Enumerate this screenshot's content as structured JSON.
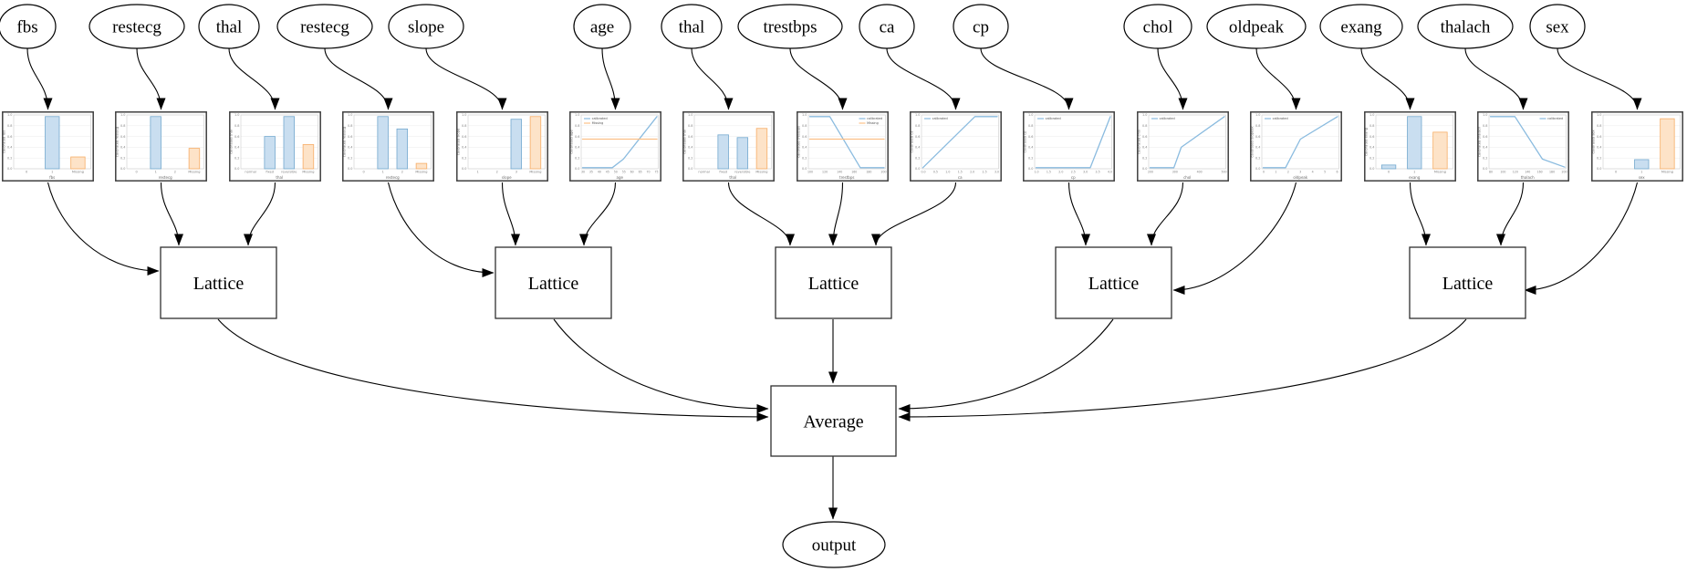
{
  "diagram": {
    "features": [
      "fbs",
      "restecg",
      "thal",
      "restecg",
      "slope",
      "age",
      "thal",
      "trestbps",
      "ca",
      "cp",
      "chol",
      "oldpeak",
      "exang",
      "thalach",
      "sex"
    ],
    "lattice_label": "Lattice",
    "lattice_count": 5,
    "average_label": "Average",
    "output_label": "output",
    "groups": [
      [
        0,
        1,
        2
      ],
      [
        3,
        4,
        5
      ],
      [
        6,
        7,
        8
      ],
      [
        9,
        10,
        11
      ],
      [
        12,
        13,
        14
      ]
    ]
  },
  "colors": {
    "blue": "#1f77b4",
    "orange": "#ff7f0e",
    "blue_fill": "#c9def0",
    "blue_edge": "#74a9cf",
    "orange_fill": "#fde3c8",
    "orange_edge": "#f7ad66",
    "line_blue": "#8abbdf",
    "line_orange": "#fcc088",
    "frame": "#3f3f3f",
    "spine": "#cccccc",
    "grid": "#ebebeb",
    "axis_text": "#808080",
    "edge_color": "#000000",
    "node_stroke": "#000000"
  },
  "chart_data": [
    {
      "feature": "fbs",
      "type": "bar",
      "xlabel": "fbs",
      "ylabel": "calibrated fbs",
      "ylim": [
        0,
        1
      ],
      "y_ticks": [
        "0.0",
        "0.2",
        "0.4",
        "0.6",
        "0.8",
        "1.0"
      ],
      "categories": [
        "0",
        "1",
        "Missing"
      ],
      "values": [
        0,
        0.97,
        0.22
      ],
      "bar_colors": [
        "blue",
        "blue",
        "orange"
      ]
    },
    {
      "feature": "restecg",
      "type": "bar",
      "xlabel": "restecg",
      "ylabel": "calibrated restecg",
      "ylim": [
        0,
        1
      ],
      "y_ticks": [
        "0.0",
        "0.2",
        "0.4",
        "0.6",
        "0.8",
        "1.0"
      ],
      "categories": [
        "0",
        "1",
        "2",
        "Missing"
      ],
      "values": [
        0,
        0.97,
        0,
        0.38
      ],
      "bar_colors": [
        "blue",
        "blue",
        "blue",
        "orange"
      ]
    },
    {
      "feature": "thal",
      "type": "bar",
      "xlabel": "thal",
      "ylabel": "calibrated thal",
      "ylim": [
        0,
        1
      ],
      "y_ticks": [
        "0.0",
        "0.2",
        "0.4",
        "0.6",
        "0.8",
        "1.0"
      ],
      "categories": [
        "normal",
        "fixed",
        "reversible",
        "Missing"
      ],
      "values": [
        0,
        0.6,
        0.97,
        0.45
      ],
      "bar_colors": [
        "blue",
        "blue",
        "blue",
        "orange"
      ]
    },
    {
      "feature": "restecg",
      "type": "bar",
      "xlabel": "restecg",
      "ylabel": "calibrated restecg",
      "ylim": [
        0,
        1
      ],
      "y_ticks": [
        "0.0",
        "0.2",
        "0.4",
        "0.6",
        "0.8",
        "1.0"
      ],
      "categories": [
        "0",
        "1",
        "2",
        "Missing"
      ],
      "values": [
        0,
        0.97,
        0.74,
        0.1
      ],
      "bar_colors": [
        "blue",
        "blue",
        "blue",
        "orange"
      ]
    },
    {
      "feature": "slope",
      "type": "bar",
      "xlabel": "slope",
      "ylabel": "calibrated slope",
      "ylim": [
        0,
        1
      ],
      "y_ticks": [
        "0.0",
        "0.2",
        "0.4",
        "0.6",
        "0.8",
        "1.0"
      ],
      "categories": [
        "1",
        "2",
        "3",
        "Missing"
      ],
      "values": [
        0,
        0,
        0.92,
        0.97
      ],
      "bar_colors": [
        "blue",
        "blue",
        "blue",
        "orange"
      ]
    },
    {
      "feature": "age",
      "type": "line",
      "xlabel": "age",
      "ylabel": "calibrated age",
      "ylim": [
        0,
        1
      ],
      "y_ticks": [
        "0.0",
        "0.2",
        "0.4",
        "0.6",
        "0.8",
        "1.0"
      ],
      "x_ticks": [
        "30",
        "35",
        "40",
        "45",
        "50",
        "55",
        "60",
        "65",
        "70",
        "75"
      ],
      "legend": {
        "position": "top-left",
        "entries": [
          "calibrated",
          "Missing"
        ]
      },
      "series": [
        {
          "name": "calibrated",
          "color": "blue",
          "points": [
            [
              0,
              0.02
            ],
            [
              0.4,
              0.02
            ],
            [
              0.55,
              0.18
            ],
            [
              1,
              0.97
            ]
          ]
        },
        {
          "name": "Missing",
          "color": "orange",
          "points": [
            [
              0,
              0.55
            ],
            [
              1,
              0.55
            ]
          ]
        }
      ]
    },
    {
      "feature": "thal",
      "type": "bar",
      "xlabel": "thal",
      "ylabel": "calibrated thal",
      "ylim": [
        0,
        1
      ],
      "y_ticks": [
        "0.0",
        "0.2",
        "0.4",
        "0.6",
        "0.8",
        "1.0"
      ],
      "categories": [
        "normal",
        "fixed",
        "reversible",
        "Missing"
      ],
      "values": [
        0,
        0.63,
        0.58,
        0.75
      ],
      "bar_colors": [
        "blue",
        "blue",
        "blue",
        "orange"
      ]
    },
    {
      "feature": "trestbps",
      "type": "line",
      "xlabel": "trestbps",
      "ylabel": "calibrated trestbps",
      "ylim": [
        0,
        1
      ],
      "y_ticks": [
        "0.0",
        "0.2",
        "0.4",
        "0.6",
        "0.8",
        "1.0"
      ],
      "x_ticks": [
        "100",
        "120",
        "140",
        "160",
        "180",
        "200"
      ],
      "legend": {
        "position": "top-right",
        "entries": [
          "calibrated",
          "Missing"
        ]
      },
      "series": [
        {
          "name": "calibrated",
          "color": "blue",
          "points": [
            [
              0,
              0.97
            ],
            [
              0.27,
              0.97
            ],
            [
              0.68,
              0.02
            ],
            [
              1,
              0.02
            ]
          ]
        },
        {
          "name": "Missing",
          "color": "orange",
          "points": [
            [
              0,
              0.55
            ],
            [
              1,
              0.55
            ]
          ]
        }
      ]
    },
    {
      "feature": "ca",
      "type": "line",
      "xlabel": "ca",
      "ylabel": "calibrated ca",
      "ylim": [
        0,
        1
      ],
      "y_ticks": [
        "0.0",
        "0.2",
        "0.4",
        "0.6",
        "0.8",
        "1.0"
      ],
      "x_ticks": [
        "0.0",
        "0.5",
        "1.0",
        "1.5",
        "2.0",
        "2.5",
        "3.0"
      ],
      "legend": {
        "position": "top-left",
        "entries": [
          "calibrated"
        ]
      },
      "series": [
        {
          "name": "calibrated",
          "color": "blue",
          "points": [
            [
              0,
              0.02
            ],
            [
              0.7,
              0.97
            ],
            [
              1,
              0.97
            ]
          ]
        }
      ]
    },
    {
      "feature": "cp",
      "type": "line",
      "xlabel": "cp",
      "ylabel": "calibrated cp",
      "ylim": [
        0,
        1
      ],
      "y_ticks": [
        "0.0",
        "0.2",
        "0.4",
        "0.6",
        "0.8",
        "1.0"
      ],
      "x_ticks": [
        "1.0",
        "1.5",
        "2.0",
        "2.5",
        "3.0",
        "3.5",
        "4.0"
      ],
      "legend": {
        "position": "top-left",
        "entries": [
          "calibrated"
        ]
      },
      "series": [
        {
          "name": "calibrated",
          "color": "blue",
          "points": [
            [
              0,
              0.02
            ],
            [
              0.73,
              0.02
            ],
            [
              1,
              0.97
            ]
          ]
        }
      ]
    },
    {
      "feature": "chol",
      "type": "line",
      "xlabel": "chol",
      "ylabel": "calibrated chol",
      "ylim": [
        0,
        1
      ],
      "y_ticks": [
        "0.0",
        "0.2",
        "0.4",
        "0.6",
        "0.8",
        "1.0"
      ],
      "x_ticks": [
        "200",
        "300",
        "400",
        "500"
      ],
      "legend": {
        "position": "top-left",
        "entries": [
          "calibrated"
        ]
      },
      "series": [
        {
          "name": "calibrated",
          "color": "blue",
          "points": [
            [
              0,
              0.02
            ],
            [
              0.32,
              0.02
            ],
            [
              0.42,
              0.4
            ],
            [
              1,
              0.97
            ]
          ]
        }
      ]
    },
    {
      "feature": "oldpeak",
      "type": "line",
      "xlabel": "oldpeak",
      "ylabel": "calibrated oldpeak",
      "ylim": [
        0,
        1
      ],
      "y_ticks": [
        "0.0",
        "0.2",
        "0.4",
        "0.6",
        "0.8",
        "1.0"
      ],
      "x_ticks": [
        "0",
        "1",
        "2",
        "3",
        "4",
        "5",
        "6"
      ],
      "legend": {
        "position": "top-left",
        "entries": [
          "calibrated"
        ]
      },
      "series": [
        {
          "name": "calibrated",
          "color": "blue",
          "points": [
            [
              0,
              0.02
            ],
            [
              0.3,
              0.02
            ],
            [
              0.5,
              0.55
            ],
            [
              1,
              0.97
            ]
          ]
        }
      ]
    },
    {
      "feature": "exang",
      "type": "bar",
      "xlabel": "exang",
      "ylabel": "calibrated exang",
      "ylim": [
        0,
        1
      ],
      "y_ticks": [
        "0.0",
        "0.2",
        "0.4",
        "0.6",
        "0.8",
        "1.0"
      ],
      "categories": [
        "0",
        "1",
        "Missing"
      ],
      "values": [
        0.07,
        0.97,
        0.68
      ],
      "bar_colors": [
        "blue",
        "blue",
        "orange"
      ]
    },
    {
      "feature": "thalach",
      "type": "line",
      "xlabel": "thalach",
      "ylabel": "calibrated thalach",
      "ylim": [
        0,
        1
      ],
      "y_ticks": [
        "0.0",
        "0.2",
        "0.4",
        "0.6",
        "0.8",
        "1.0"
      ],
      "x_ticks": [
        "80",
        "100",
        "120",
        "140",
        "160",
        "180",
        "200"
      ],
      "legend": {
        "position": "top-right",
        "entries": [
          "calibrated"
        ]
      },
      "series": [
        {
          "name": "calibrated",
          "color": "blue",
          "points": [
            [
              0,
              0.97
            ],
            [
              0.33,
              0.97
            ],
            [
              0.7,
              0.18
            ],
            [
              1,
              0.03
            ]
          ]
        }
      ]
    },
    {
      "feature": "sex",
      "type": "bar",
      "xlabel": "sex",
      "ylabel": "calibrated sex",
      "ylim": [
        0,
        1
      ],
      "y_ticks": [
        "0.0",
        "0.2",
        "0.4",
        "0.6",
        "0.8",
        "1.0"
      ],
      "categories": [
        "0",
        "1",
        "Missing"
      ],
      "values": [
        0,
        0.17,
        0.93
      ],
      "bar_colors": [
        "blue",
        "blue",
        "orange"
      ]
    }
  ]
}
